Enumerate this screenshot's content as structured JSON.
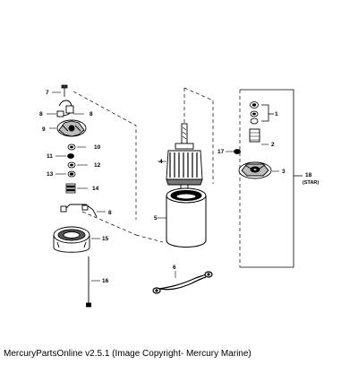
{
  "diagram": {
    "callouts": {
      "c1": "1",
      "c2": "2",
      "c3": "3",
      "c4": "4",
      "c5": "5",
      "c6": "6",
      "c7": "7",
      "c8a": "8",
      "c8b": "8",
      "c8c": "8",
      "c9": "9",
      "c10": "10",
      "c11": "11",
      "c12": "12",
      "c13": "13",
      "c14": "14",
      "c15": "15",
      "c16": "16",
      "c17": "17",
      "c18": "18",
      "c18_sub": "(STAR)"
    }
  },
  "caption": "MercuryPartsOnline v2.5.1 (Image Copyright- Mercury Marine)"
}
